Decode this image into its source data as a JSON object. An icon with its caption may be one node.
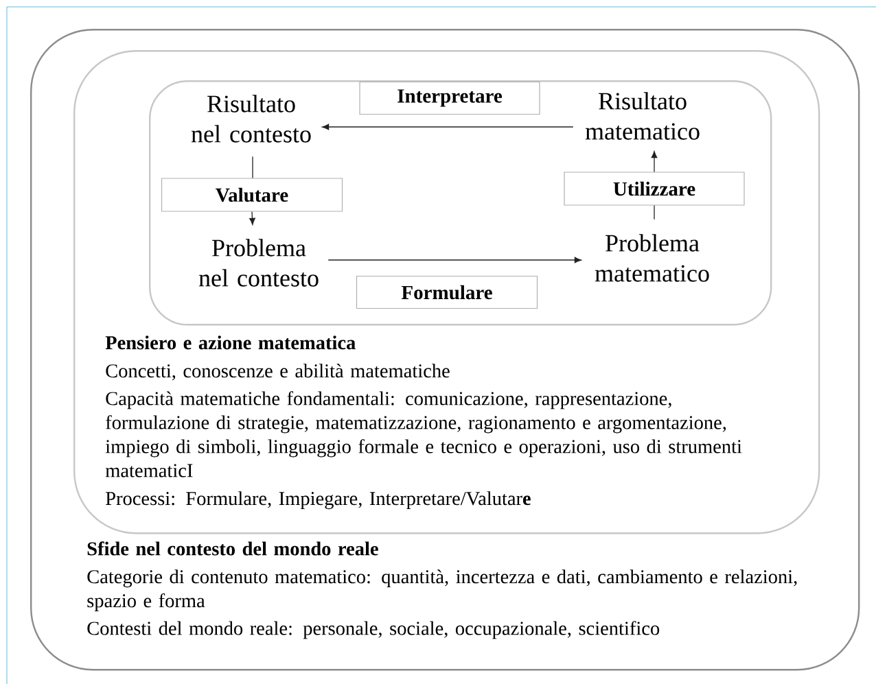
{
  "diagram": {
    "nodes": [
      {
        "text": [
          "Sfide nel contesto del mondo reale",
          "Categorie di contenuto matematico: quantità, incertezza e dati, cambiamento e relazioni, spazio e forma",
          "Contesti del mondo reale: personale, sociale, occupazionale, scientifico"
        ]
      },
      {
        "text": [
          "Pensiero e azione matematica",
          "Concetti, conoscenze e abilità matematiche",
          "Capacità matematiche fondamentali: comunicazione, rappresentazione, formulazione di strategie, matematizzazione, ragionamento e argomentazione, impiego di simboli, linguaggio formale e tecnico e operazioni, uso di strumenti matematicI",
          "Processi: Formulare, Impiegare, Interpretare/Valutar**e**"
        ],
        "in": 0
      },
      {
        "text": [],
        "shape": "box",
        "in": 1
      },
      {
        "text": [
          "Risultato nel contesto"
        ],
        "in": 2
      },
      {
        "text": [
          "Interpretare"
        ],
        "in": 2
      },
      {
        "text": [
          "Risultato matematico"
        ],
        "in": 2
      },
      {
        "text": [
          "Valutare"
        ],
        "in": 2
      },
      {
        "text": [
          "Utilizzare"
        ],
        "in": 2
      },
      {
        "text": [
          "Problema nel contesto"
        ],
        "in": 2
      },
      {
        "text": [
          "Problema matematico"
        ],
        "in": 2
      },
      {
        "text": [
          "Formulare"
        ],
        "in": 2
      }
    ],
    "edges": [
      {
        "from": 5,
        "to": 3,
        "arrow": "to"
      },
      {
        "from": 3,
        "to": 6,
        "arrow": "none"
      },
      {
        "from": 6,
        "to": 8,
        "arrow": "to"
      },
      {
        "from": 9,
        "to": 7,
        "arrow": "none"
      },
      {
        "from": 7,
        "to": 5,
        "arrow": "to"
      },
      {
        "from": 8,
        "to": 9,
        "arrow": "to"
      }
    ]
  }
}
